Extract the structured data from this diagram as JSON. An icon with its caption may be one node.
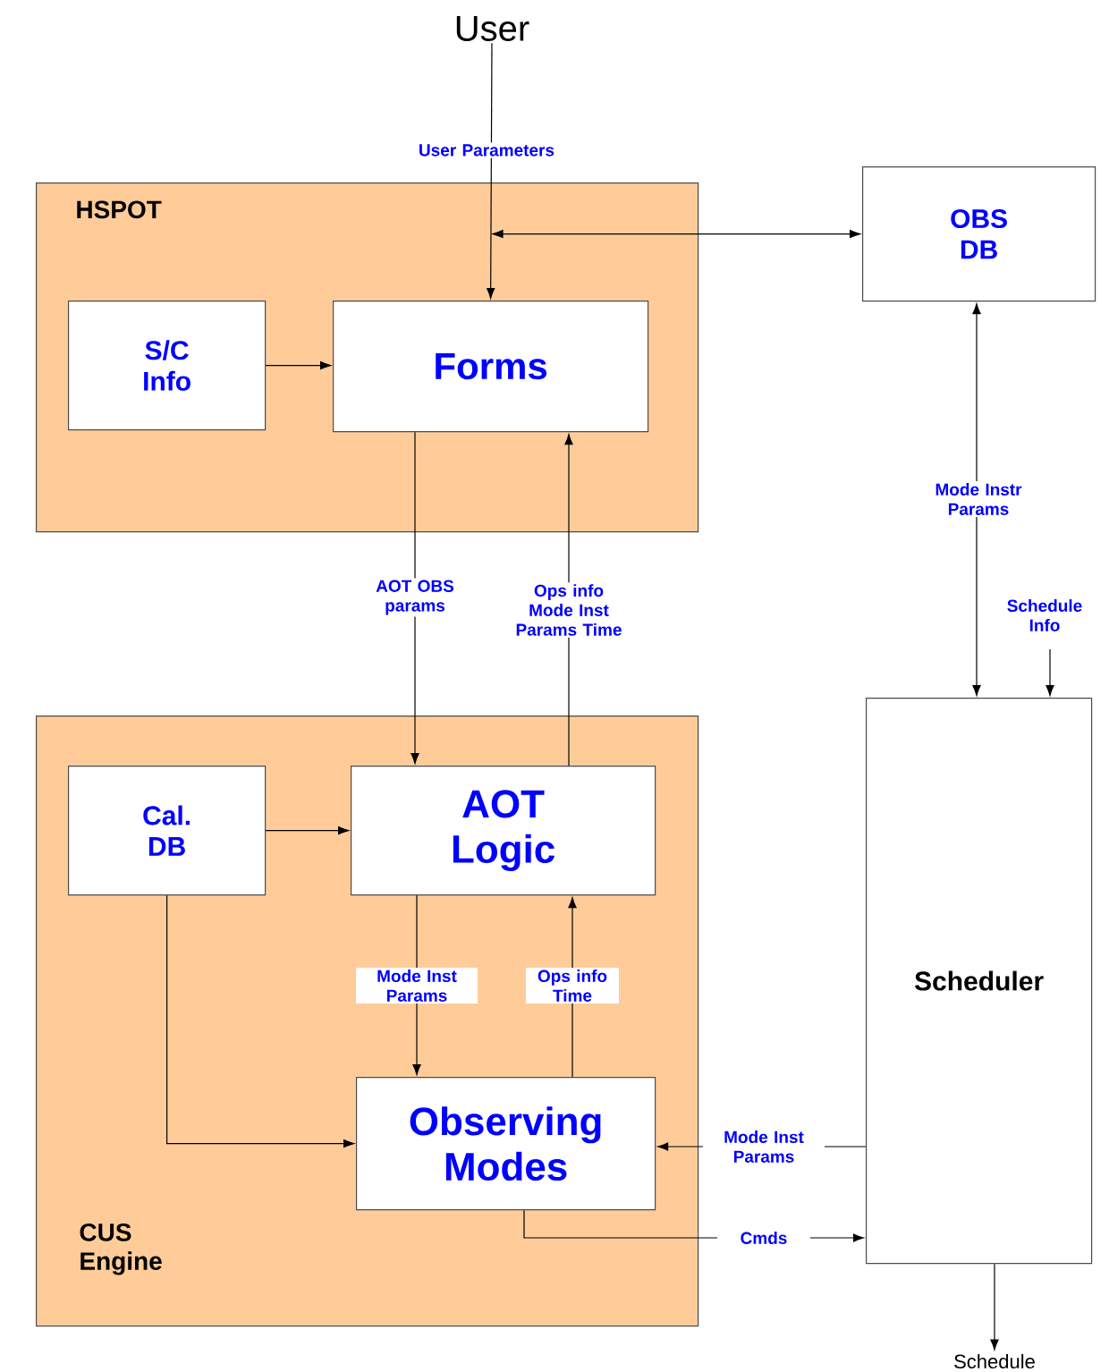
{
  "diagram": {
    "nodes": [
      {
        "text": [
          "User"
        ]
      },
      {
        "text": [
          "HSPOT"
        ]
      },
      {
        "text": [
          "S/C Info"
        ],
        "in": 1
      },
      {
        "text": [
          "Forms"
        ],
        "in": 1
      },
      {
        "text": [
          "OBS DB"
        ]
      },
      {
        "text": [
          "CUS Engine"
        ]
      },
      {
        "text": [
          "Cal. DB"
        ],
        "in": 5
      },
      {
        "text": [
          "AOT Logic"
        ],
        "in": 5
      },
      {
        "text": [
          "Observing Modes"
        ],
        "in": 5
      },
      {
        "text": [
          "Scheduler"
        ]
      },
      {
        "text": [
          "Schedule"
        ]
      }
    ],
    "edges": [
      {
        "from": 0,
        "to": 3,
        "arrow": "to",
        "label": "User Parameters"
      },
      {
        "from": 4,
        "to": 3,
        "arrow": "both"
      },
      {
        "from": 2,
        "to": 3,
        "arrow": "to"
      },
      {
        "from": 3,
        "to": 7,
        "arrow": "to",
        "label": "AOT OBS params"
      },
      {
        "from": 7,
        "to": 3,
        "arrow": "to",
        "label": "Ops info Mode Inst Params Time"
      },
      {
        "from": 9,
        "to": 4,
        "arrow": "both",
        "label": "Mode Instr Params"
      },
      {
        "from": null,
        "to": 9,
        "arrow": "to",
        "label": "Schedule Info"
      },
      {
        "from": 6,
        "to": 7,
        "arrow": "to"
      },
      {
        "from": 6,
        "to": 8,
        "arrow": "to"
      },
      {
        "from": 7,
        "to": 8,
        "arrow": "to",
        "label": "Mode Inst Params"
      },
      {
        "from": 8,
        "to": 7,
        "arrow": "to",
        "label": "Ops info Time"
      },
      {
        "from": 9,
        "to": 8,
        "arrow": "to",
        "label": "Mode Inst Params"
      },
      {
        "from": 8,
        "to": 9,
        "arrow": "to",
        "label": "Cmds"
      },
      {
        "from": 9,
        "to": 10,
        "arrow": "to"
      }
    ]
  }
}
